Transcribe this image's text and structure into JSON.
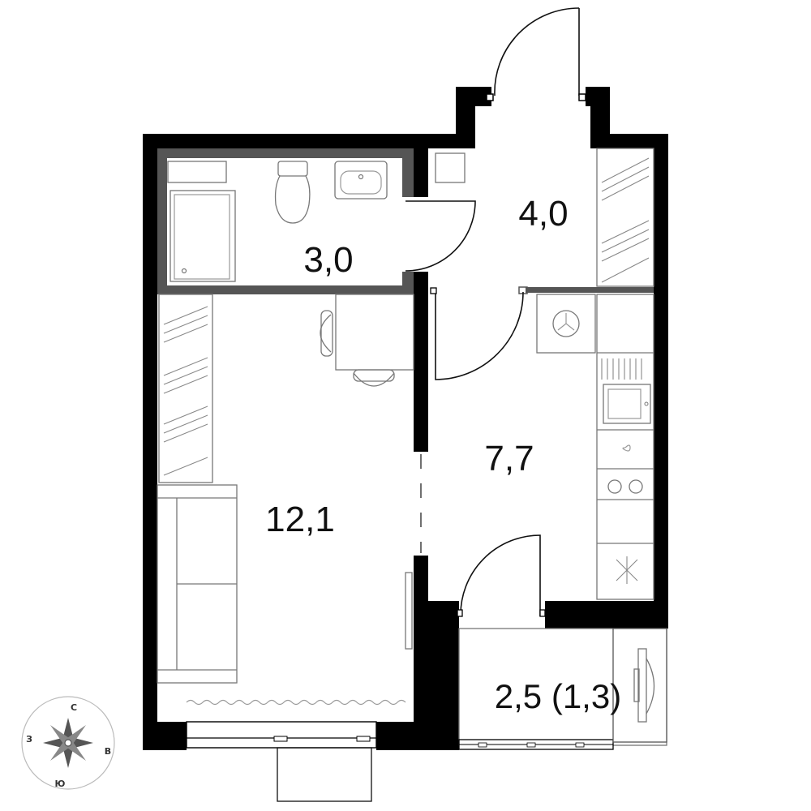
{
  "rooms": {
    "bathroom": {
      "area": "3,0"
    },
    "hallway": {
      "area": "4,0"
    },
    "living": {
      "area": "12,1"
    },
    "kitchen": {
      "area": "7,7"
    },
    "balcony": {
      "area": "2,5 (1,3)"
    }
  },
  "compass": {
    "north": "С",
    "west": "З",
    "east": "В",
    "south": "Ю"
  },
  "colors": {
    "wall": "#000000",
    "partition": "#555555",
    "fixture": "#777777"
  }
}
